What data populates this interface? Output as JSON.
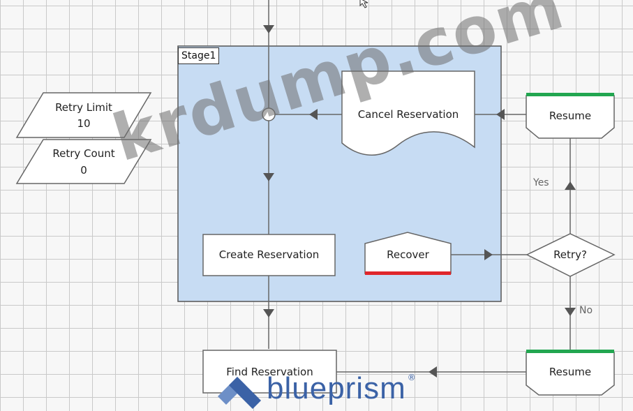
{
  "stage": {
    "label": "Stage1"
  },
  "nodes": {
    "retry_limit": {
      "name": "Retry Limit",
      "value": "10"
    },
    "retry_count": {
      "name": "Retry Count",
      "value": "0"
    },
    "cancel_reservation": "Cancel Reservation",
    "create_reservation": "Create Reservation",
    "recover": "Recover",
    "resume_top": "Resume",
    "retry_decision": "Retry?",
    "resume_bottom": "Resume",
    "find_reservation": "Find Reservation"
  },
  "edge_labels": {
    "yes": "Yes",
    "no": "No"
  },
  "watermark": "krdump.com",
  "brand": {
    "name": "blueprism",
    "reg": "®"
  },
  "colors": {
    "stage_fill": "#c7dcf3",
    "recover_bar": "#e0262b",
    "resume_bar": "#22a650",
    "arrow": "#555555"
  }
}
